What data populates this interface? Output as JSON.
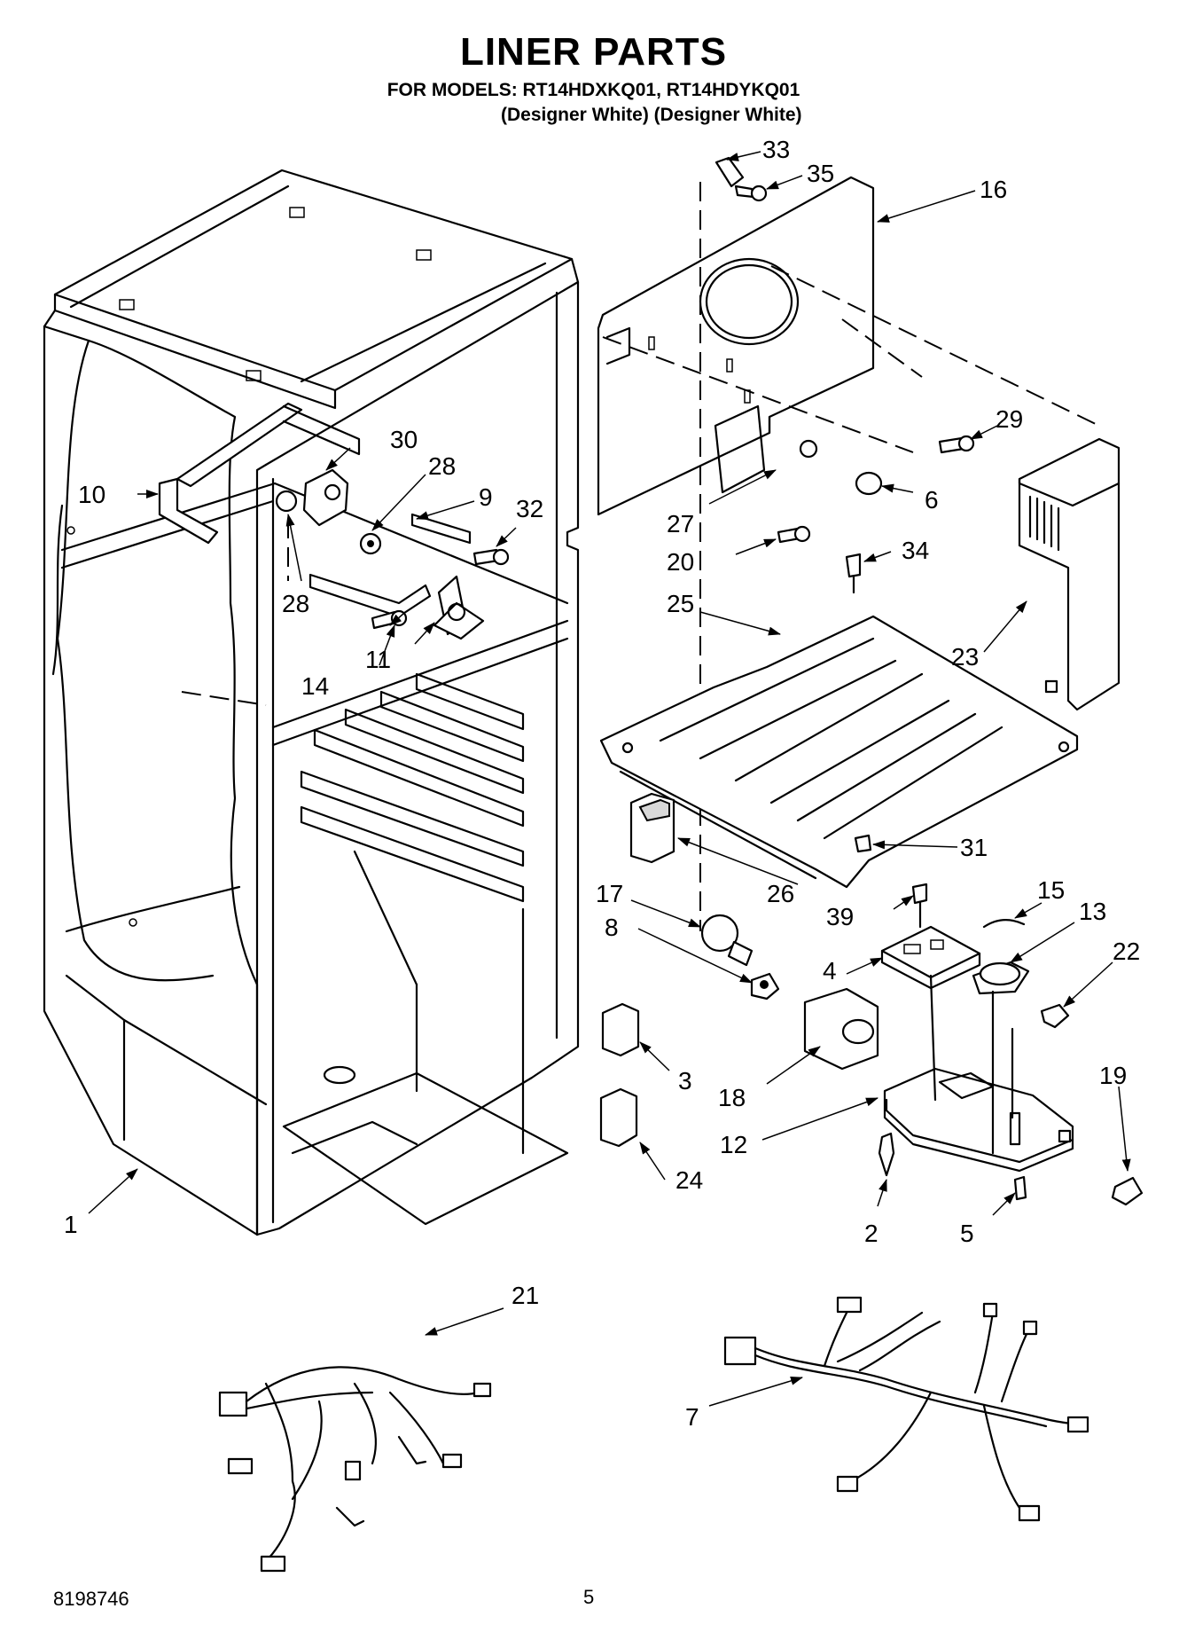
{
  "header": {
    "title": "LINER PARTS",
    "models_line": "FOR MODELS: RT14HDXKQ01, RT14HDYKQ01",
    "colors_line": "(Designer White) (Designer White)"
  },
  "footer": {
    "doc_number": "8198746",
    "page_number": "5"
  },
  "callouts": [
    {
      "id": "c1",
      "label": "1"
    },
    {
      "id": "c2",
      "label": "2"
    },
    {
      "id": "c3",
      "label": "3"
    },
    {
      "id": "c4",
      "label": "4"
    },
    {
      "id": "c5",
      "label": "5"
    },
    {
      "id": "c6",
      "label": "6"
    },
    {
      "id": "c7",
      "label": "7"
    },
    {
      "id": "c8",
      "label": "8"
    },
    {
      "id": "c9",
      "label": "9"
    },
    {
      "id": "c10",
      "label": "10"
    },
    {
      "id": "c11",
      "label": "11"
    },
    {
      "id": "c12",
      "label": "12"
    },
    {
      "id": "c13",
      "label": "13"
    },
    {
      "id": "c14",
      "label": "14"
    },
    {
      "id": "c15",
      "label": "15"
    },
    {
      "id": "c16",
      "label": "16"
    },
    {
      "id": "c17",
      "label": "17"
    },
    {
      "id": "c18",
      "label": "18"
    },
    {
      "id": "c19",
      "label": "19"
    },
    {
      "id": "c20",
      "label": "20"
    },
    {
      "id": "c21",
      "label": "21"
    },
    {
      "id": "c22",
      "label": "22"
    },
    {
      "id": "c23",
      "label": "23"
    },
    {
      "id": "c24",
      "label": "24"
    },
    {
      "id": "c25",
      "label": "25"
    },
    {
      "id": "c26",
      "label": "26"
    },
    {
      "id": "c27",
      "label": "27"
    },
    {
      "id": "c28a",
      "label": "28"
    },
    {
      "id": "c28b",
      "label": "28"
    },
    {
      "id": "c29",
      "label": "29"
    },
    {
      "id": "c30",
      "label": "30"
    },
    {
      "id": "c31",
      "label": "31"
    },
    {
      "id": "c32",
      "label": "32"
    },
    {
      "id": "c33",
      "label": "33"
    },
    {
      "id": "c34",
      "label": "34"
    },
    {
      "id": "c35",
      "label": "35"
    },
    {
      "id": "c39",
      "label": "39"
    }
  ]
}
